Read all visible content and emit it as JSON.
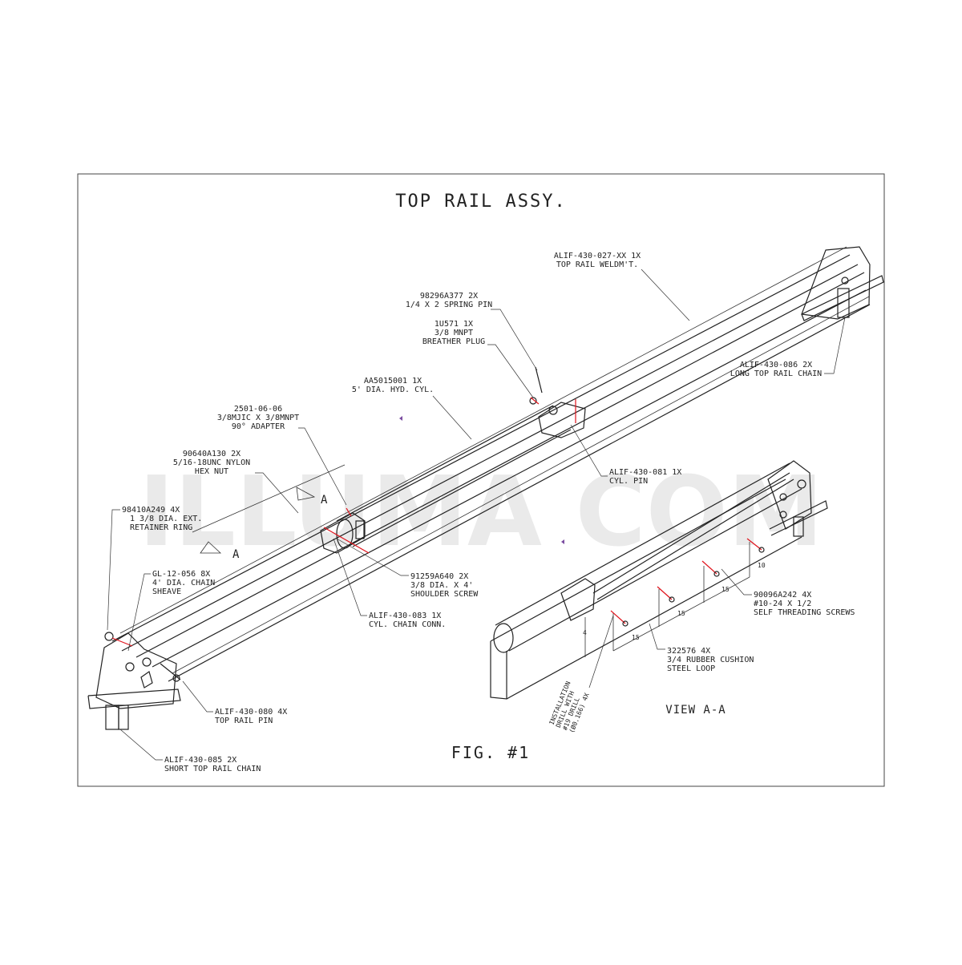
{
  "drawing": {
    "title": "TOP RAIL ASSY.",
    "figure_label": "FIG. #1",
    "view_label": "VIEW A-A",
    "section_marker": "A",
    "watermark": "ILLUMA COM",
    "accent_color": "#e0121b"
  },
  "callouts": [
    {
      "part": "ALIF-430-027-XX  1X",
      "desc": "TOP RAIL WELDM'T."
    },
    {
      "part": "98296A377  2X",
      "desc": "1/4 X 2 SPRING PIN"
    },
    {
      "part": "1U571  1X",
      "desc": "3/8 MNPT",
      "desc2": "BREATHER PLUG"
    },
    {
      "part": "ALIF-430-086  2X",
      "desc": "LONG TOP RAIL CHAIN"
    },
    {
      "part": "AA5015001  1X",
      "desc": "5' DIA. HYD. CYL."
    },
    {
      "part": "2501-06-06",
      "desc": "3/8MJIC X 3/8MNPT",
      "desc2": "90° ADAPTER"
    },
    {
      "part": "ALIF-430-081  1X",
      "desc": "CYL. PIN"
    },
    {
      "part": "90640A130  2X",
      "desc": "5/16-18UNC NYLON",
      "desc2": "HEX NUT"
    },
    {
      "part": "98410A249  4X",
      "desc": "1 3/8 DIA. EXT.",
      "desc2": "RETAINER RING"
    },
    {
      "part": "GL-12-056  8X",
      "desc": "4' DIA. CHAIN",
      "desc2": "SHEAVE"
    },
    {
      "part": "91259A640  2X",
      "desc": "3/8 DIA. X 4'",
      "desc2": "SHOULDER SCREW"
    },
    {
      "part": "ALIF-430-083  1X",
      "desc": "CYL. CHAIN CONN."
    },
    {
      "part": "90096A242  4X",
      "desc": "#10-24 X 1/2",
      "desc2": "SELF THREADING SCREWS"
    },
    {
      "part": "322576  4X",
      "desc": "3/4 RUBBER CUSHION",
      "desc2": "STEEL LOOP"
    },
    {
      "part": "ALIF-430-080  4X",
      "desc": "TOP RAIL PIN"
    },
    {
      "part": "ALIF-430-085  2X",
      "desc": "SHORT TOP RAIL CHAIN"
    }
  ],
  "install_note": [
    "INSTALLATION",
    "DRILL WITH",
    "#19 DRILL",
    "(Ø0.166) 4X"
  ],
  "dimensions": {
    "spacing": "15",
    "first": "10",
    "height": "4"
  }
}
